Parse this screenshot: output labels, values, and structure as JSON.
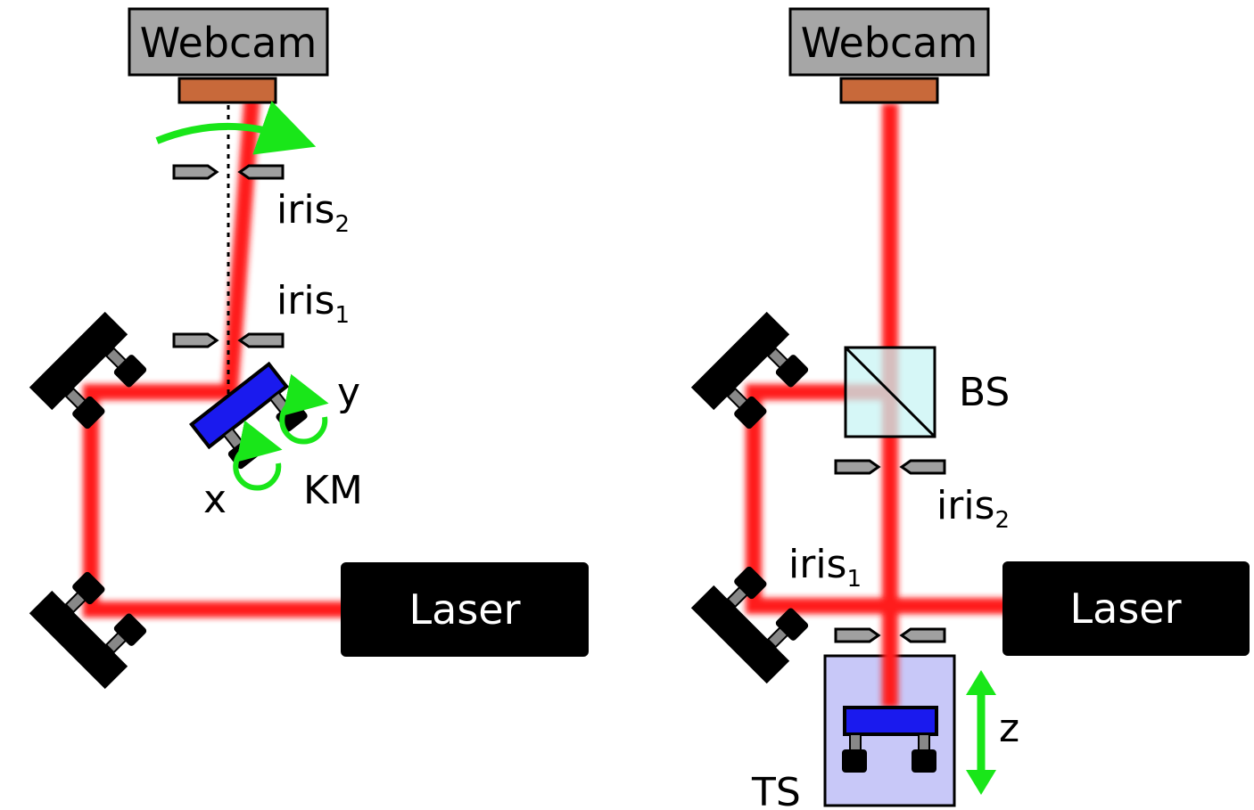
{
  "left_panel": {
    "webcam_label": "Webcam",
    "iris2_label": "iris",
    "iris2_sub": "2",
    "iris1_label": "iris",
    "iris1_sub": "1",
    "y_label": "y",
    "x_label": "x",
    "km_label": "KM",
    "laser_label": "Laser"
  },
  "right_panel": {
    "webcam_label": "Webcam",
    "bs_label": "BS",
    "iris2_label": "iris",
    "iris2_sub": "2",
    "iris1_label": "iris",
    "iris1_sub": "1",
    "laser_label": "Laser",
    "z_label": "z",
    "ts_label": "TS"
  },
  "colors": {
    "beam": "#ff1a1a",
    "webcam_body": "#a6a6a6",
    "sensor": "#c8693a",
    "arrow": "#19e619",
    "mirror_blue": "#1a1aee",
    "beamsplitter": "#c8f4f4",
    "translation_stage": "#c8c8f8",
    "iris_gray": "#a0a0a0"
  },
  "icons": [
    "webcam-icon",
    "iris-icon",
    "mirror-mount-icon",
    "kinematic-mirror-icon",
    "beamsplitter-icon",
    "laser-icon",
    "rotation-arrow-icon",
    "double-arrow-icon"
  ]
}
